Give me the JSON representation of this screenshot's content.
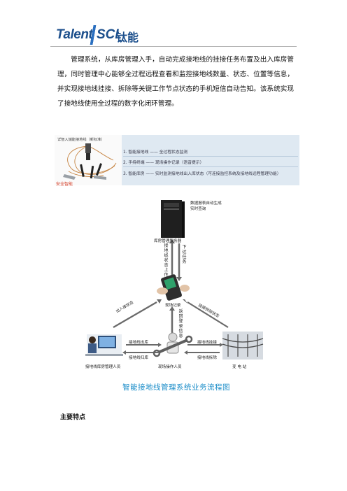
{
  "header": {
    "logo_talent": "Talent",
    "logo_sci": "SCI",
    "logo_cn": "钛能"
  },
  "intro": {
    "paragraph": "管理系统，从库房管理入手，自动完成接地线的挂接任务布置及出入库房管理，同时管理中心能够全过程远程查看和监控接地线数量、状态、位置等信息，并实现接地线挂接、拆除等关键工作节点状态的手机短信自动告知。该系统实现了接地线使用全过程的数字化闭环管理。"
  },
  "banner": {
    "panel_title": "详智入储能接地线（新标准）",
    "brand": "安全智能",
    "features": [
      "1. 智能接地线 —— 全过程状态监测",
      "2. 手持终端 —— 现场操作记录（语音提示）",
      "3. 智能库房 —— 实时监测接地线出入库状态（可连接监控系统及接地线远程管理功能）"
    ]
  },
  "flow": {
    "server_label": "库房管理服务器",
    "report_line1": "数据报表自动生成",
    "report_line2": "实时查询",
    "uplink": "接地线状态上传",
    "downlink": "下达任务",
    "handheld_label": "现场记录",
    "return_log": "返回登录信息",
    "left_arrow": "出入库状态",
    "right_arrow": "挂接拆除状态",
    "warehouse_out": "接地线出库",
    "warehouse_in": "接地线归库",
    "hang": "接地线挂接",
    "remove": "接地线拆除",
    "admin_label": "接地线库房管理人员",
    "operator_label": "现场操作人员",
    "substation_label": "变 电 站"
  },
  "caption": "智能接地线管理系统业务流程图",
  "section_heading": "主要特点"
}
